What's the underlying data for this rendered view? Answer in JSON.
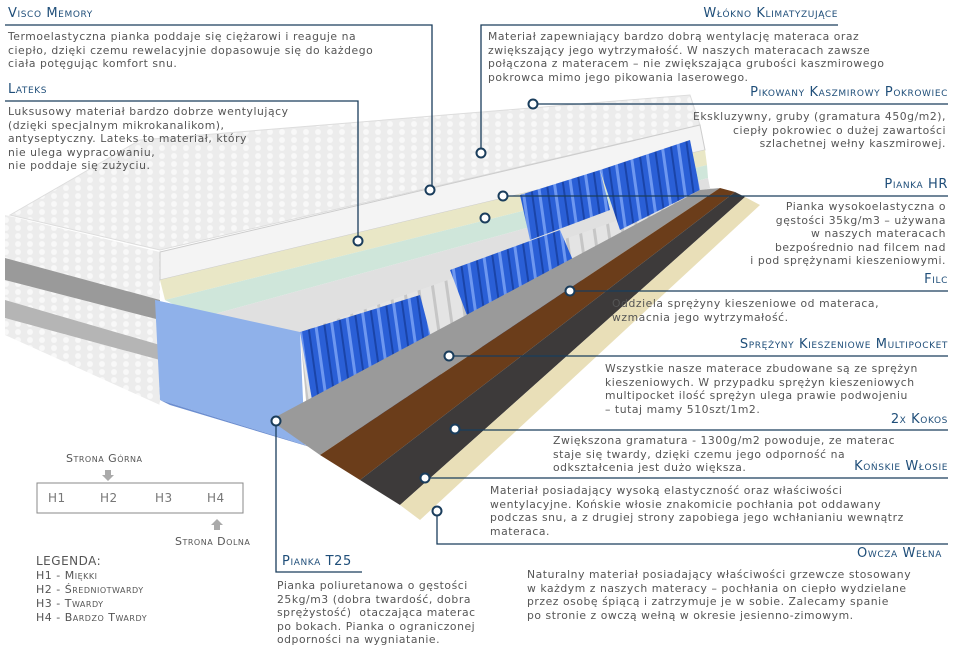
{
  "colors": {
    "line": "#1a3d5c",
    "title": "#1f4e79",
    "text": "#555555"
  },
  "layers": {
    "visco": {
      "title": "Visco Memory",
      "text": "Termoelastyczna pianka poddaje się ciężarowi i reaguje na\nciepło, dzięki czemu rewelacyjnie dopasowuje się do każdego\nciała potęgując komfort snu."
    },
    "lateks": {
      "title": "Lateks",
      "text": "Luksusowy materiał bardzo dobrze wentylujący\n(dzięki specjalnym mikrokanalikom),\nantyseptyczny. Lateks to materiał, który\nnie ulega wypracowaniu,\nnie poddaje się zużyciu."
    },
    "wlokno": {
      "title": "Włókno Klimatyzujące",
      "text": "Materiał zapewniający bardzo dobrą wentylację materaca oraz\nzwiększający jego wytrzymałość. W naszych materacach zawsze\npołączona z materacem – nie zwiększająca grubości kaszmirowego\npokrowca mimo jego pikowania laserowego."
    },
    "pokrowiec": {
      "title": "Pikowany Kaszmirowy Pokrowiec",
      "text": "Ekskluzywny, gruby (gramatura 450g/m2),\nciepły pokrowiec o dużej zawartości\nszlachetnej wełny kaszmirowej."
    },
    "hr": {
      "title": "Pianka HR",
      "text": "Pianka wysokoelastyczna o\ngęstości 35kg/m3 – używana\nw naszych materacach\nbezpośrednio nad filcem nad\ni pod sprężynami kieszeniowymi."
    },
    "filc": {
      "title": "Filc",
      "text": "Oddziela sprężyny kieszeniowe od materaca,\nwzmacnia jego wytrzymałość."
    },
    "sprezyny": {
      "title": "Sprężyny Kieszeniowe Multipocket",
      "text": "Wszystkie nasze materace zbudowane są ze sprężyn\nkieszeniowych. W przypadku sprężyn kieszeniowych\nmultipocket ilość sprężyn ulega prawie podwojeniu\n– tutaj mamy 510szt/1m2."
    },
    "kokos": {
      "title": "2x Kokos",
      "text": "Zwiększona gramatura - 1300g/m2 powoduje, ze materac\nstaje się twardy, dzięki czemu jego odporność na\nodkształcenia jest dużo większa."
    },
    "wlosie": {
      "title": "Końskie Włosie",
      "text": "Materiał posiadający wysoką elastyczność oraz właściwości\nwentylacyjne. Końskie włosie znakomicie pochłania pot oddawany\npodczas snu, a z drugiej strony zapobiega jego wchłanianiu wewnątrz\nmateraca."
    },
    "welna": {
      "title": "Owcza Wełna",
      "text": "Naturalny materiał posiadający właściwości grzewcze stosowany\nw każdym z naszych materacy – pochłania on ciepło wydzielane\nprzez osobę śpiącą i zatrzymuje je w sobie. Zalecamy spanie\npo stronie z owczą wełną w okresie jesienno-zimowym."
    },
    "t25": {
      "title": "Pianka T25",
      "text": "Pianka poliuretanowa o gęstości\n25kg/m3 (dobra twardość, dobra\nsprężystość)  otaczająca materac\npo bokach. Pianka o ograniczonej\nodporności na wygniatanie."
    }
  },
  "hardness": {
    "top_label": "Strona Górna",
    "bottom_label": "Strona Dolna",
    "scale": [
      "H1",
      "H2",
      "H3",
      "H4"
    ],
    "legend_title": "LEGENDA:",
    "legend": [
      "H1 - Miękki",
      "H2 - Średniotwardy",
      "H3 - Twardy",
      "H4 - Bardzo Twardy"
    ]
  }
}
